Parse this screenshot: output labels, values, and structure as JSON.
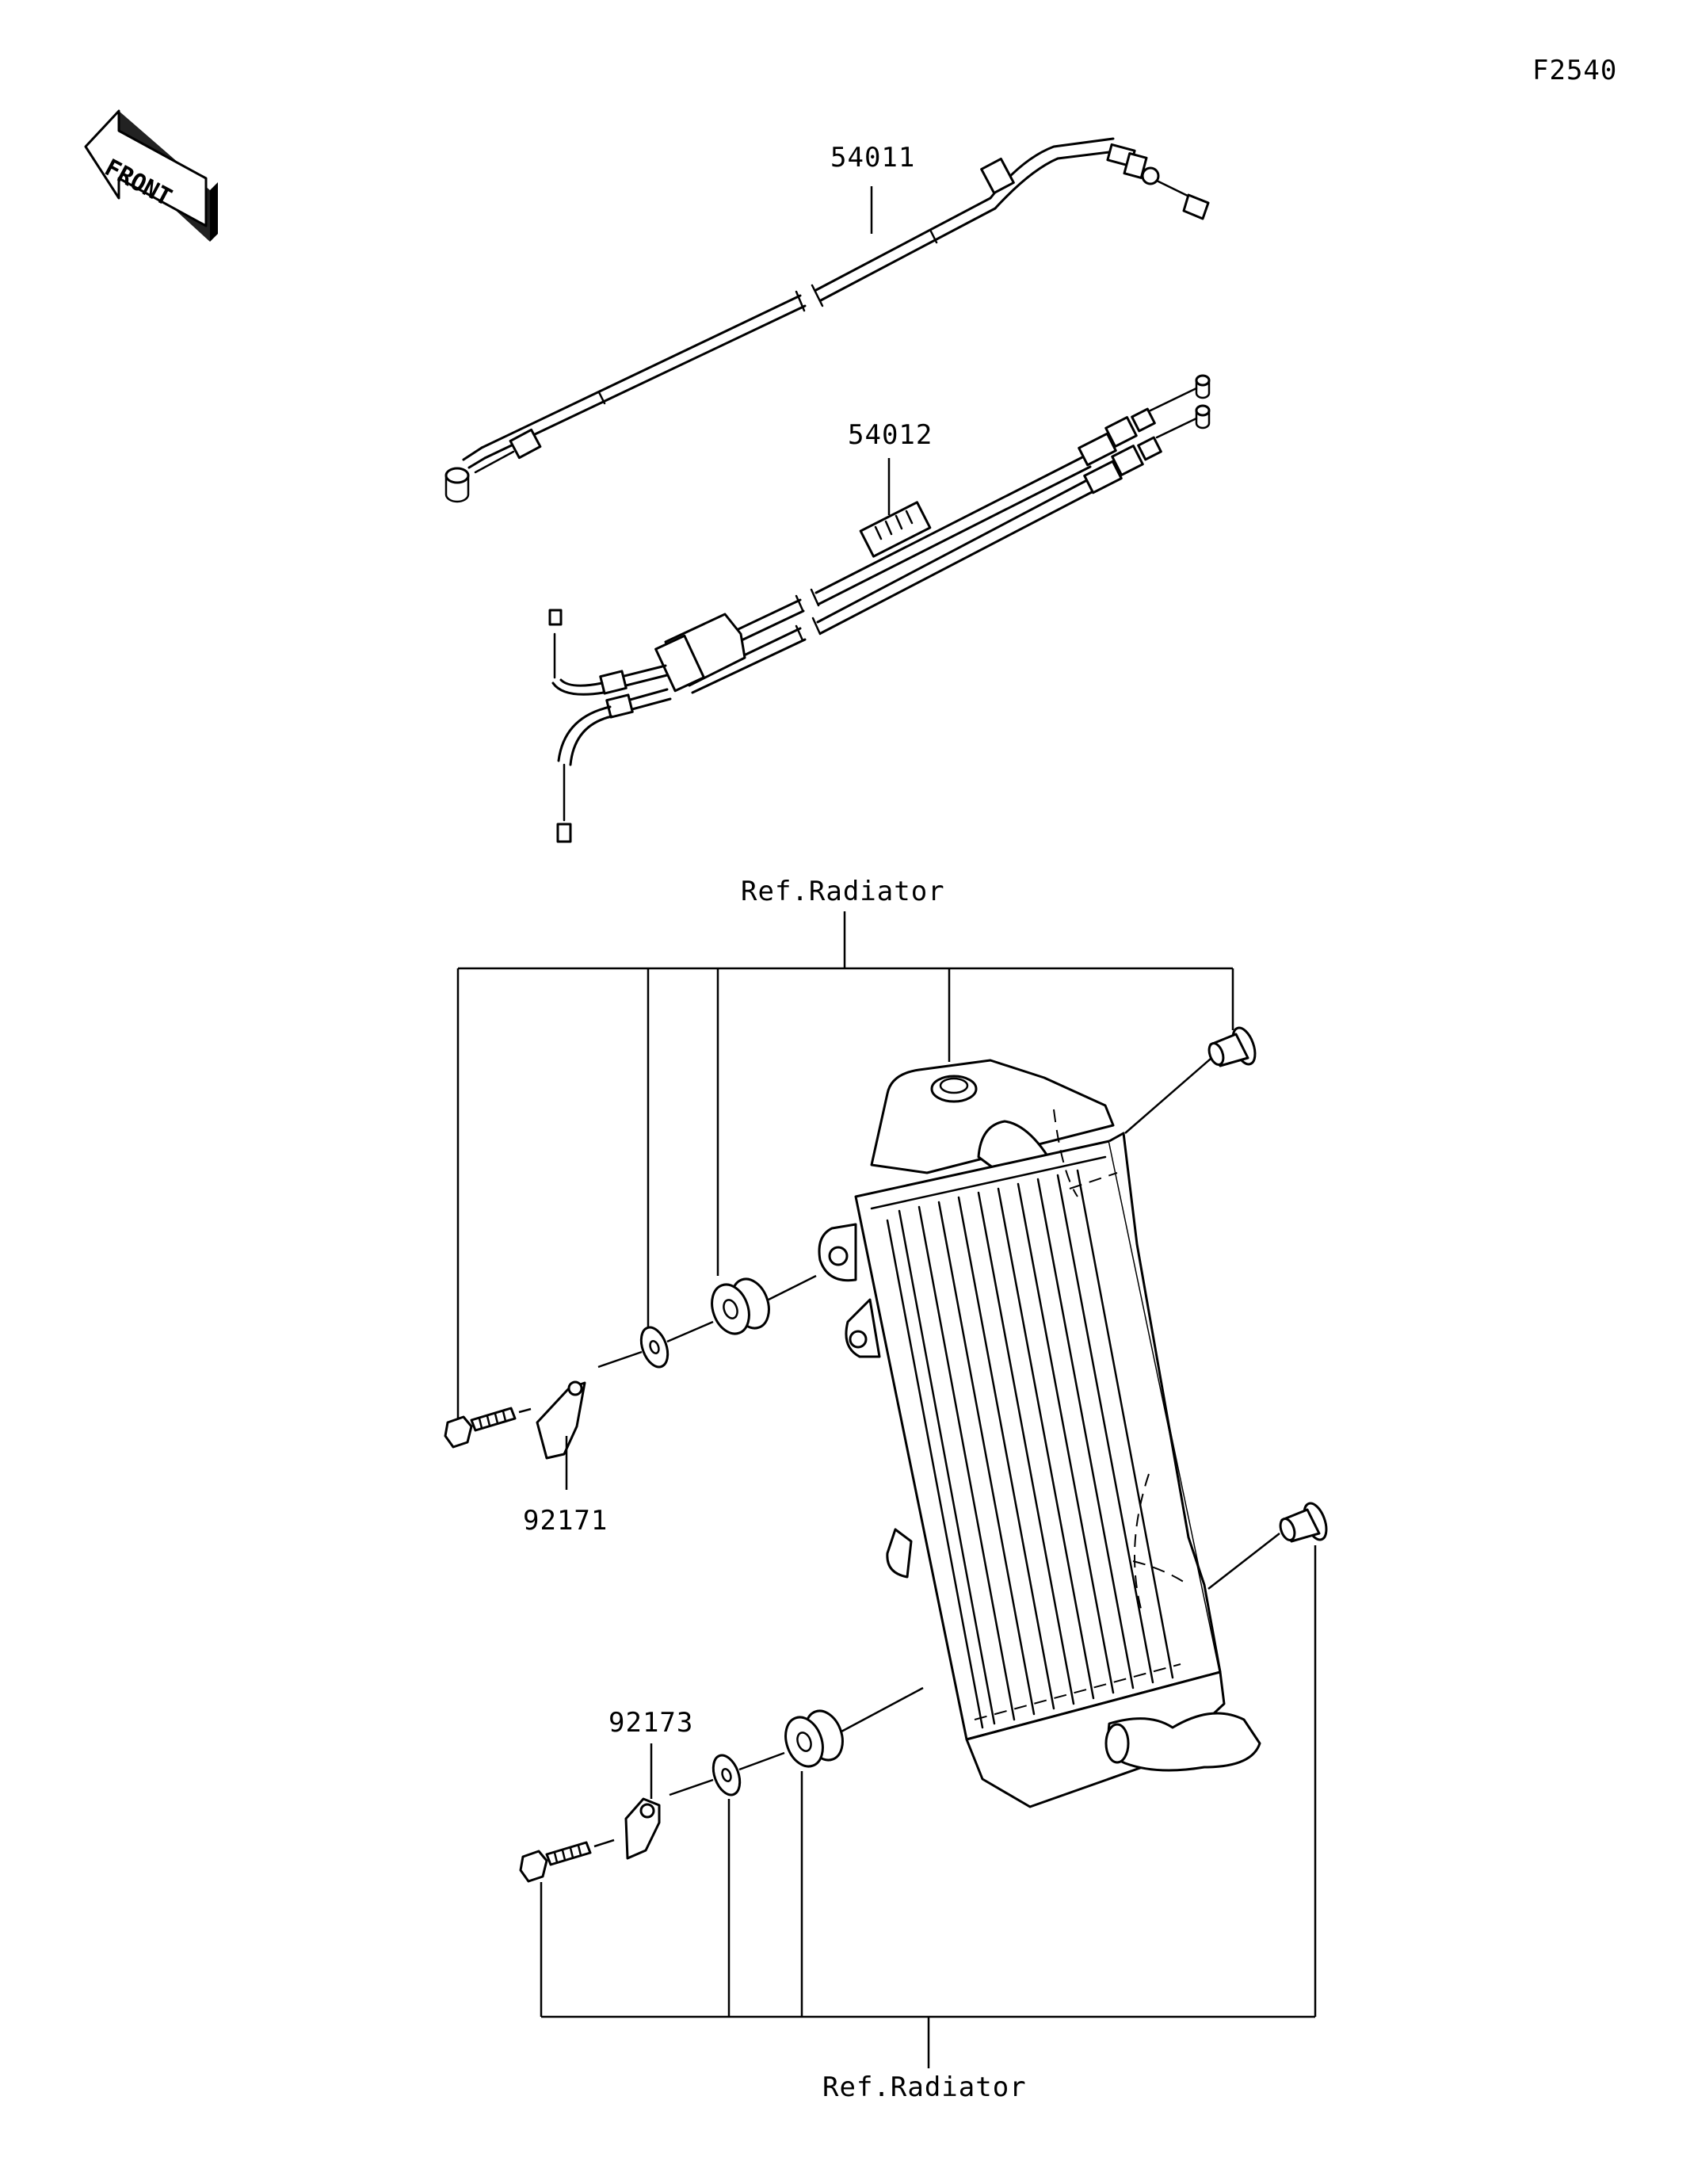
{
  "figure_code": "F2540",
  "front_label": "FRONT",
  "parts": {
    "throttle_cable": "54011",
    "throttle_cable_set": "54012",
    "clamp_upper": "92171",
    "clamp_lower": "92173"
  },
  "references": {
    "upper": "Ref.Radiator",
    "lower": "Ref.Radiator"
  }
}
